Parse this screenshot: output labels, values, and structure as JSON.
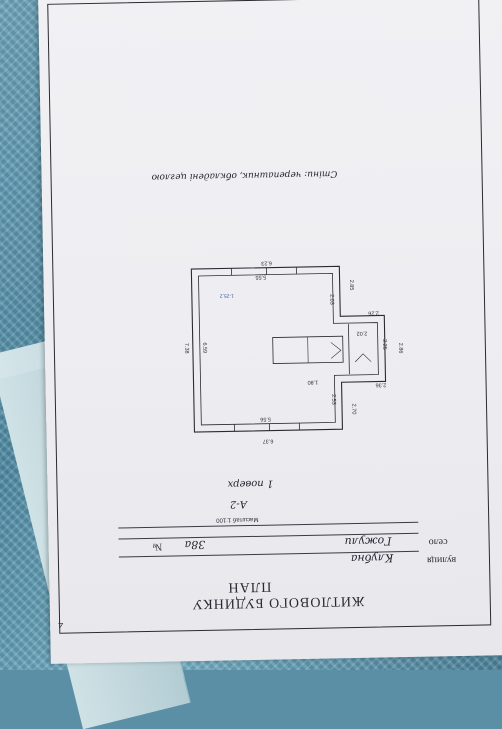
{
  "document": {
    "title_line1": "ПЛАН",
    "title_line2": "ЖИТЛОВОГО БУДИНКУ",
    "street_label": "вулиця",
    "street_value": "Клубна",
    "village_label": "село",
    "village_value": "Гожули",
    "number_label": "№",
    "number_value": "38а",
    "scale": "Масштаб 1:100",
    "letter": "А-2",
    "floor": "1 поверх",
    "walls_note": "Стіни: черепашник, обкладені цеглою",
    "page_number": "4"
  },
  "plan": {
    "room_label": "1-25,2",
    "dimensions": {
      "top_outer": "6.23",
      "top_inner": "5.55",
      "right_upper": "2.85",
      "right_inner_upper": "2.03",
      "step_top": "2.26",
      "step_inner": "2.02",
      "step_side": "2.86",
      "step_inner_side": "2.25",
      "step_bottom": "2.36",
      "corridor": "1.80",
      "right_lower": "2.70",
      "right_inner_lower": "2.53",
      "bottom_inner": "5.56",
      "bottom_outer": "6.37",
      "left_outer": "7.38",
      "left_inner": "6.59"
    }
  },
  "colors": {
    "paper": "#eeeef2",
    "ink": "#2a2a30",
    "blue_ink": "#3a5fb0",
    "fabric": "#5b8fa6"
  }
}
